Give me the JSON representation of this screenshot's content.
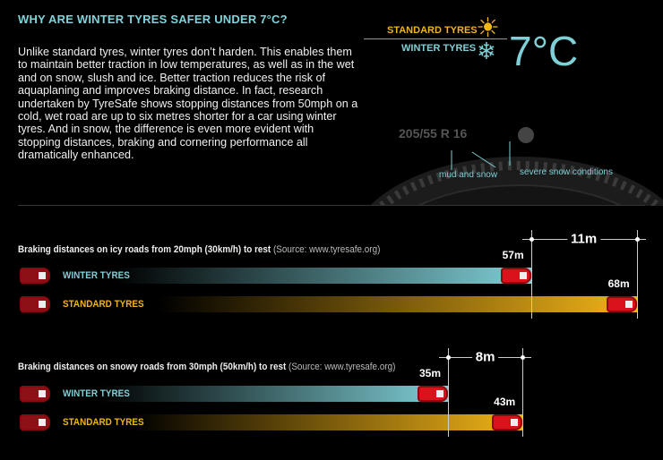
{
  "header": {
    "title": "WHY ARE WINTER TYRES SAFER UNDER 7°C?",
    "paragraph": "Unlike standard tyres, winter tyres don’t harden. This enables them to maintain better traction in low temperatures, as well as in the wet and on snow, slush and ice. Better traction reduces the risk of aquaplaning and improves braking distance. In fact, research undertaken by TyreSafe shows stopping distances from 50mph on a cold, wet road are up to six metres shorter for a car using winter tyres. And in snow, the difference is even more evident with stopping distances, braking and cornering performance all dramatically enhanced."
  },
  "graphic": {
    "standard_label": "STANDARD TYRES",
    "winter_label": "WINTER TYRES",
    "temperature": "7°C",
    "tyre_size": "205/55 R 16",
    "callout_mud": "mud and snow",
    "callout_snow": "severe snow conditions"
  },
  "colors": {
    "winter": "#7fcfd6",
    "standard": "#f2b418",
    "car": "#d9121b"
  },
  "chart_data": [
    {
      "type": "bar",
      "title": "Braking distances on icy roads from 20mph (30km/h) to rest",
      "source": "(Source: www.tyresafe.org)",
      "unit": "m",
      "categories": [
        "WINTER TYRES",
        "STANDARD TYRES"
      ],
      "values": [
        57,
        68
      ],
      "value_labels": [
        "57m",
        "68m"
      ],
      "difference_label": "11m"
    },
    {
      "type": "bar",
      "title": "Braking distances on snowy roads from 30mph (50km/h) to rest",
      "source": "(Source: www.tyresafe.org)",
      "unit": "m",
      "categories": [
        "WINTER TYRES",
        "STANDARD TYRES"
      ],
      "values": [
        35,
        43
      ],
      "value_labels": [
        "35m",
        "43m"
      ],
      "difference_label": "8m"
    }
  ]
}
